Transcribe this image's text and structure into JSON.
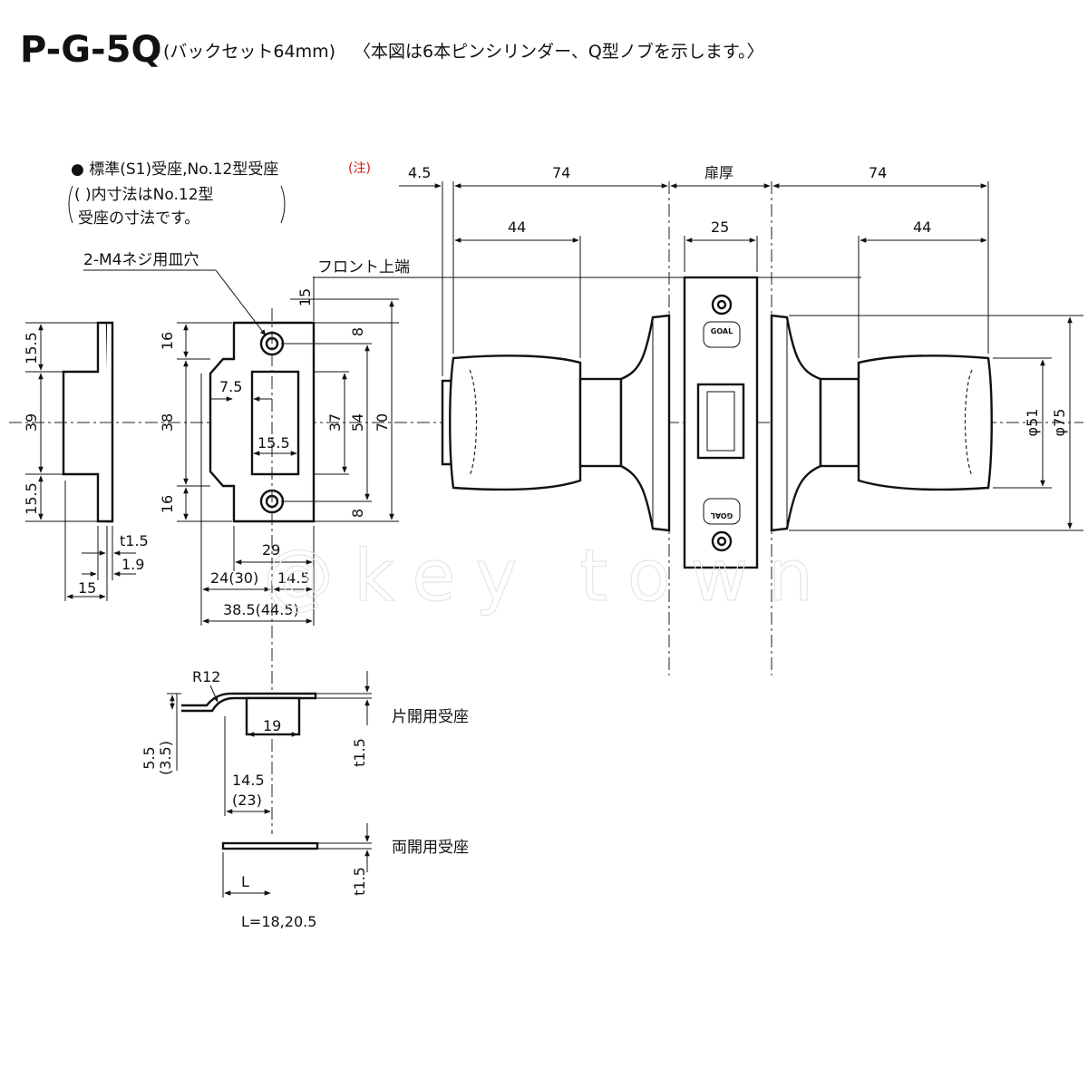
{
  "title": {
    "code": "P-G-5Q",
    "backset": "(バックセット64mm)",
    "caption": "〈本図は6本ピンシリンダー、Q型ノブを示します。〉"
  },
  "notes": {
    "strike_line1": "● 標準(S1)受座,No.12型受座",
    "strike_note_mark": "(注)",
    "paren_line1": "(    )内寸法はNo.12型",
    "paren_line2": "受座の寸法です。",
    "screw_hole": "2-M4ネジ用皿穴",
    "front_top": "フロント上端",
    "single_strike": "片開用受座",
    "double_strike": "両開用受座",
    "l_values": "L=18,20.5"
  },
  "dimensions": {
    "side": {
      "top": "15.5",
      "mid": "39",
      "bottom": "15.5",
      "t": "t1.5",
      "lip": "1.9",
      "depth": "15"
    },
    "strike": {
      "top": "15",
      "h16a": "16",
      "h38": "38",
      "h16b": "16",
      "w7_5": "7.5",
      "w15_5": "15.5",
      "h37": "37",
      "h54": "54",
      "h70": "70",
      "h8a": "8",
      "h8b": "8",
      "w29": "29",
      "w24": "24(30)",
      "w14_5": "14.5",
      "w38_5": "38.5(44.5)"
    },
    "lock": {
      "d4_5": "4.5",
      "d74_left": "74",
      "door": "扉厚",
      "d74_right": "74",
      "d44_left": "44",
      "d25": "25",
      "d44_right": "44",
      "phi51": "φ51",
      "phi75": "φ75"
    },
    "single": {
      "r": "R12",
      "w19": "19",
      "h5_5": "5.5",
      "h3_5": "(3.5)",
      "t": "t1.5",
      "w14_5": "14.5",
      "w23": "(23)"
    },
    "double": {
      "l": "L",
      "t": "t1.5"
    }
  },
  "brand": {
    "top": "GOAL",
    "bottom": "GOAL"
  },
  "watermark": "@key town"
}
